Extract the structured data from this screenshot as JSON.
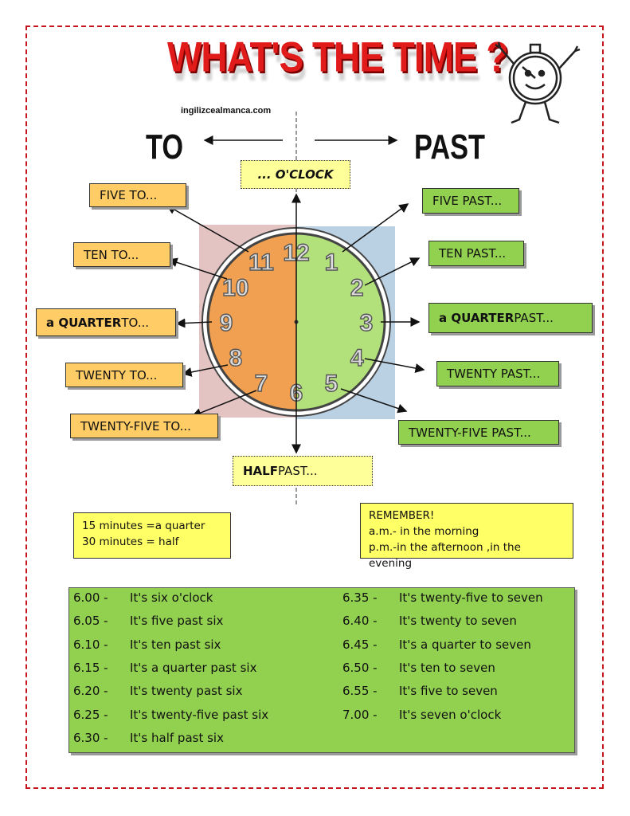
{
  "title": "WHAT'S  THE TIME ?",
  "site": "ingilizcealmanca.com",
  "directions": {
    "to": "TO",
    "past": "PAST"
  },
  "labels": {
    "oclock": "... O'CLOCK",
    "half_strong": "HALF",
    "half_rest": " PAST...",
    "five_to": "FIVE TO...",
    "ten_to": "TEN  TO...",
    "quarter_to_strong": "a QUARTER",
    "quarter_to_rest": " TO...",
    "twenty_to": "TWENTY  TO...",
    "twentyfive_to": "TWENTY-FIVE  TO...",
    "five_past": "FIVE  PAST...",
    "ten_past": "TEN  PAST...",
    "quarter_past_strong": "a QUARTER",
    "quarter_past_rest": " PAST...",
    "twenty_past": "TWENTY  PAST...",
    "twentyfive_past": "TWENTY-FIVE  PAST..."
  },
  "clock": {
    "numbers": [
      "12",
      "1",
      "2",
      "3",
      "4",
      "5",
      "6",
      "7",
      "8",
      "9",
      "10",
      "11"
    ],
    "left_color": "#f0a050",
    "right_color": "#b2e07a"
  },
  "minutes_note": [
    "15 minutes =a quarter",
    "30 minutes = half"
  ],
  "remember": [
    "REMEMBER!",
    "a.m.- in the morning",
    "p.m.-in the afternoon ,in the evening"
  ],
  "times_left": [
    {
      "t": "6.00 -",
      "s": "It's six o'clock"
    },
    {
      "t": "6.05 -",
      "s": "It's five past six"
    },
    {
      "t": "6.10 -",
      "s": "It's ten past  six"
    },
    {
      "t": "6.15 -",
      "s": "It's a quarter past six"
    },
    {
      "t": "6.20 -",
      "s": "It's twenty past six"
    },
    {
      "t": "6.25 -",
      "s": "It's twenty-five past six"
    },
    {
      "t": "6.30 -",
      "s": "It's half past six"
    }
  ],
  "times_right": [
    {
      "t": "6.35 -",
      "s": "It's twenty-five to seven"
    },
    {
      "t": "6.40 -",
      "s": "It's twenty to seven"
    },
    {
      "t": "6.45 -",
      "s": "It's a quarter to seven"
    },
    {
      "t": "6.50 -",
      "s": "It's ten to seven"
    },
    {
      "t": "6.55 -",
      "s": "It's five to seven"
    },
    {
      "t": "7.00 -",
      "s": "It's seven o'clock"
    }
  ]
}
